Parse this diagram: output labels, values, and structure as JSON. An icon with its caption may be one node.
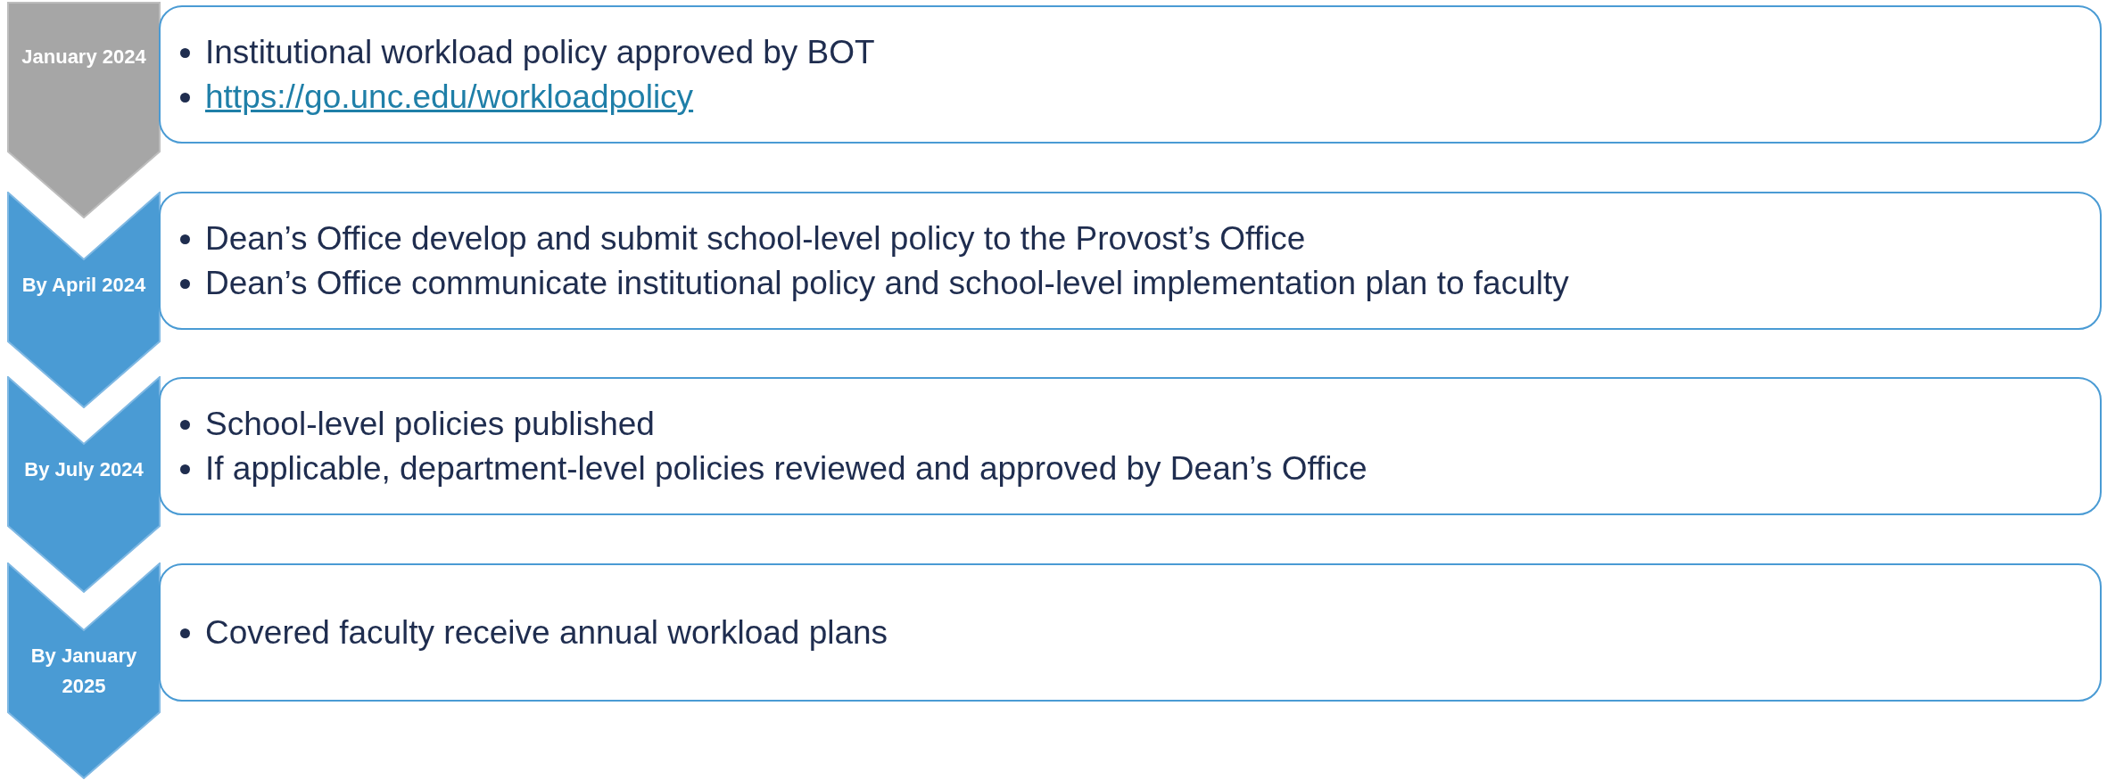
{
  "diagram": {
    "nodes": [
      {
        "text": [
          "January 2024"
        ]
      },
      {
        "text": [
          "Institutional workload policy approved by BOT",
          "https://go.unc.edu/workloadpolicy"
        ]
      },
      {
        "text": [
          "By April 2024"
        ]
      },
      {
        "text": [
          "Dean’s Office develop and submit school-level policy to the Provost’s Office",
          "Dean’s Office communicate institutional policy and school-level implementation plan to faculty"
        ]
      },
      {
        "text": [
          "By July 2024"
        ]
      },
      {
        "text": [
          "School-level policies published",
          "If applicable, department-level policies reviewed and approved by Dean’s Office"
        ]
      },
      {
        "text": [
          "By January 2025"
        ]
      },
      {
        "text": [
          "Covered faculty receive annual workload plans"
        ]
      }
    ],
    "edges": []
  }
}
